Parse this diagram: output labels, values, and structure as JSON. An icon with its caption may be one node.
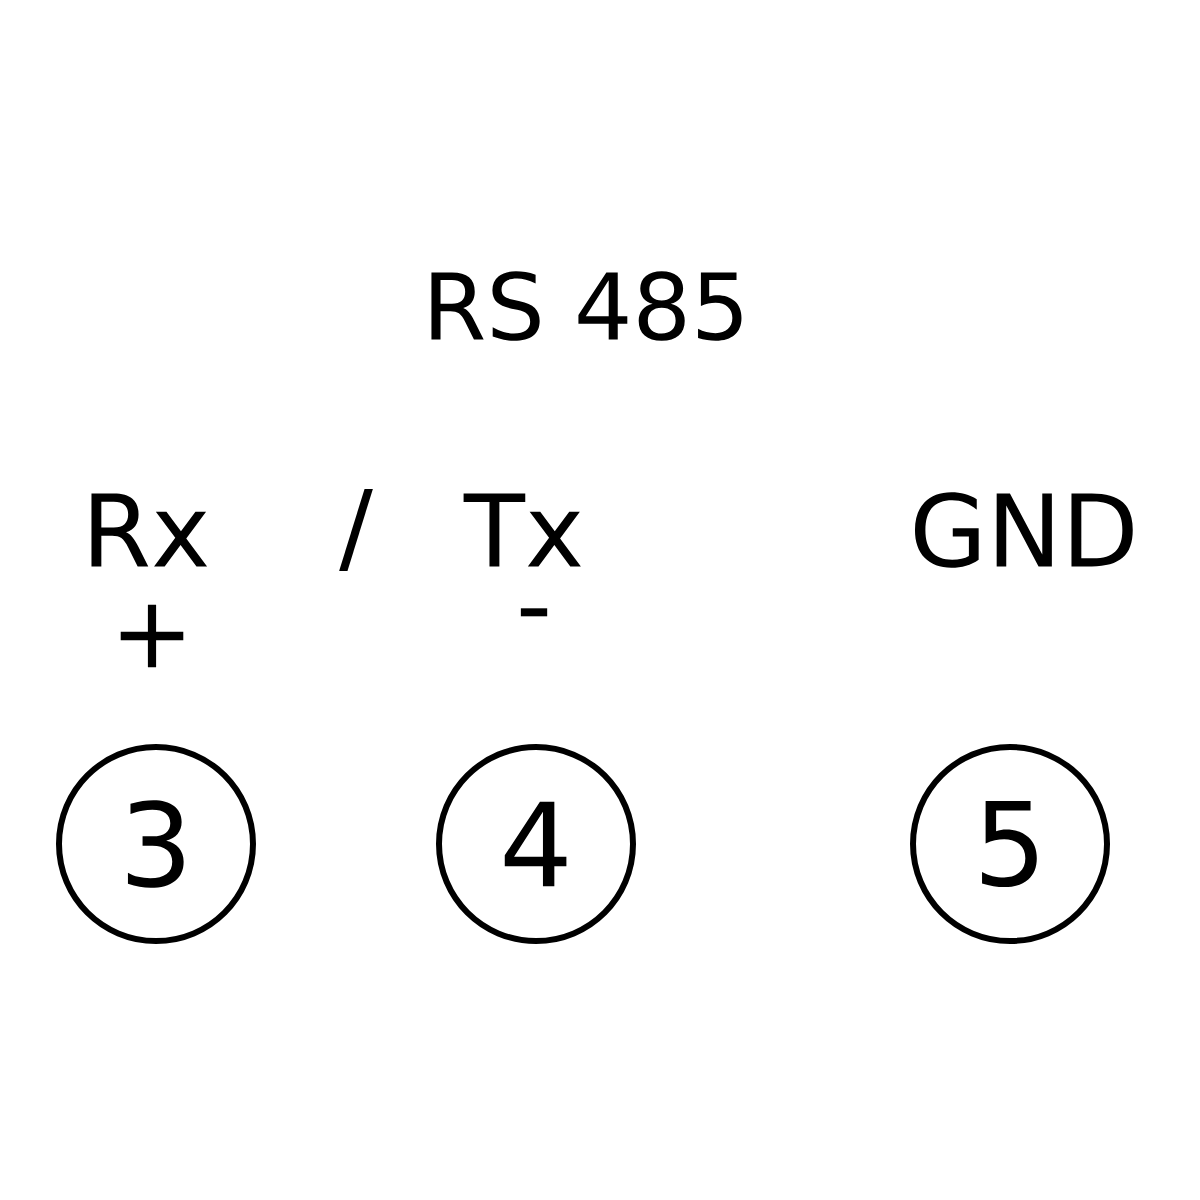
{
  "diagram": {
    "nodes": [
      {
        "text": [
          "3"
        ]
      },
      {
        "text": [
          "4"
        ]
      },
      {
        "text": [
          "5"
        ]
      }
    ],
    "labels": [
      "RS 485",
      "Rx",
      "/",
      "Tx",
      "GND",
      "+",
      "-"
    ]
  }
}
